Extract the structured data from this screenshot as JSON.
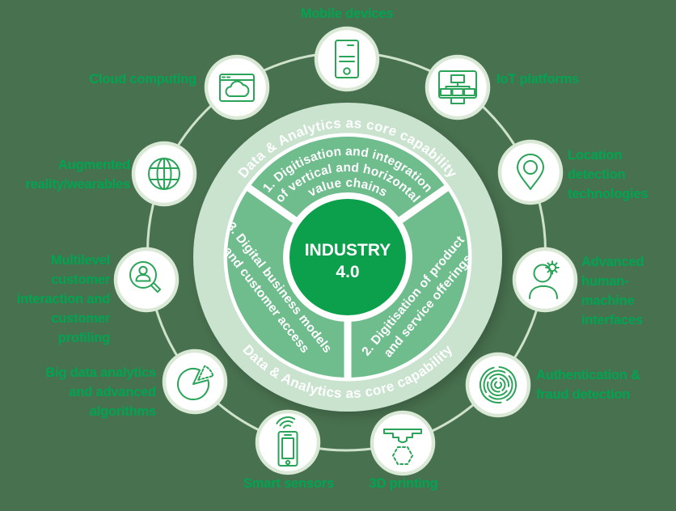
{
  "center": {
    "line1": "INDUSTRY",
    "line2": "4.0"
  },
  "outer_ring": {
    "top_text": "Data & Analytics as core capability",
    "bottom_text": "Data & Analytics as core capability"
  },
  "segments": [
    {
      "number": 1,
      "lines": [
        "1. Digitisation and integration",
        "of vertical and horizontal",
        "value chains"
      ]
    },
    {
      "number": 2,
      "lines": [
        "2. Digitisation of product",
        "and service offerings"
      ]
    },
    {
      "number": 3,
      "lines": [
        "3. Digital business models",
        "and customer access"
      ]
    }
  ],
  "technologies": [
    {
      "label": "Mobile devices",
      "icon": "tablet-icon"
    },
    {
      "label": "IoT platforms",
      "icon": "monitor-flowchart-icon"
    },
    {
      "label": "Location detection\ntechnologies",
      "icon": "map-pin-icon"
    },
    {
      "label": "Advanced\nhuman-machine\ninterfaces",
      "icon": "person-gear-icon"
    },
    {
      "label": "Authentication &\nfraud detection",
      "icon": "fingerprint-icon"
    },
    {
      "label": "3D printing",
      "icon": "printer-nozzle-hexagon-icon"
    },
    {
      "label": "Smart sensors",
      "icon": "phone-wifi-icon"
    },
    {
      "label": "Big data analytics\nand advanced\nalgorithms",
      "icon": "pie-chart-icon"
    },
    {
      "label": "Multilevel customer\ninteraction and\ncustomer profiling",
      "icon": "magnifier-person-icon"
    },
    {
      "label": "Augmented\nreality/wearables",
      "icon": "globe-icon"
    },
    {
      "label": "Cloud computing",
      "icon": "browser-cloud-icon"
    }
  ],
  "colors": {
    "background": "#48714f",
    "center_circle": "#0da04c",
    "segment_ring": "#6fbc8d",
    "outer_ring": "#c9e3cf",
    "label_green": "#00a551",
    "icon_stroke": "#2aa458",
    "white": "#ffffff"
  }
}
